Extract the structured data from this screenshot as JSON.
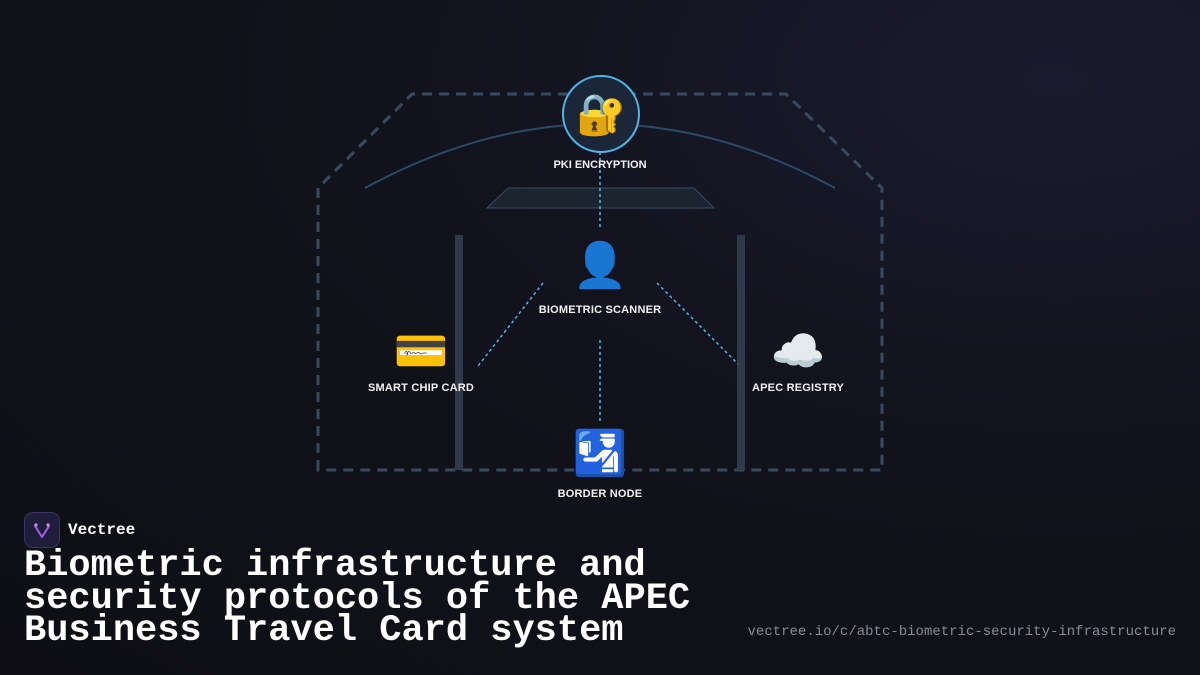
{
  "diagram": {
    "nodes": {
      "pki": {
        "icon": "lock-with-key-icon",
        "glyph": "🔐",
        "label": "PKI ENCRYPTION"
      },
      "biometric": {
        "icon": "person-silhouette-icon",
        "glyph": "👤",
        "label": "BIOMETRIC SCANNER"
      },
      "smart_card": {
        "icon": "credit-card-icon",
        "glyph": "💳",
        "label": "SMART CHIP CARD"
      },
      "registry": {
        "icon": "cloud-icon",
        "glyph": "☁️",
        "label": "APEC REGISTRY"
      },
      "border": {
        "icon": "passport-control-icon",
        "glyph": "🛂",
        "label": "BORDER NODE"
      }
    },
    "colors": {
      "connector": "#4fb6e6",
      "outline": "#3a4a5e",
      "pillar": "#2e3a4a",
      "arc": "#2a4a66"
    }
  },
  "brand": {
    "name": "Vectree",
    "logo_icon": "vectree-logo-icon"
  },
  "title": "Biometric infrastructure and security protocols of the APEC Business Travel Card system",
  "url": "vectree.io/c/abtc-biometric-security-infrastructure"
}
